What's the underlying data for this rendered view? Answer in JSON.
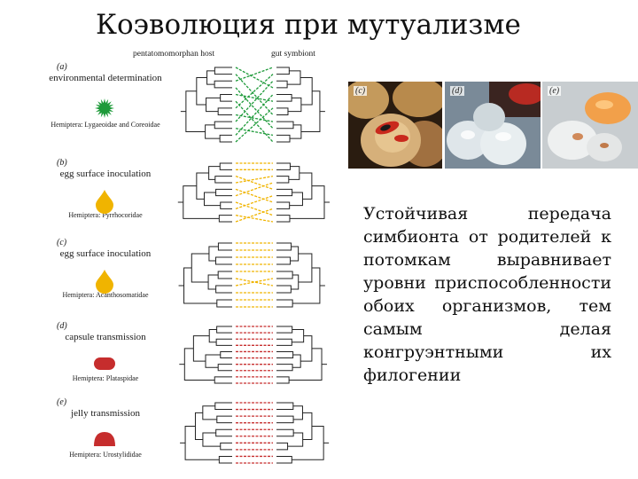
{
  "title": "Коэволюция при мутуализме",
  "column_headers": {
    "host": "pentatomomorphan host",
    "symbiont": "gut symbiont"
  },
  "panels": [
    {
      "label": "(a)",
      "mode": "environmental determination",
      "taxon": "Hemiptera: Lygaeoidae and Coreoidae",
      "color": "#1e9a3a",
      "icon": "green-star-icon"
    },
    {
      "label": "(b)",
      "mode": "egg surface inoculation",
      "taxon": "Hemiptera: Pyrrhocoridae",
      "color": "#f0b400",
      "icon": "yellow-drop-icon"
    },
    {
      "label": "(c)",
      "mode": "egg surface inoculation",
      "taxon": "Hemiptera: Acanthosomatidae",
      "color": "#f0b400",
      "icon": "yellow-drop-icon"
    },
    {
      "label": "(d)",
      "mode": "capsule transmission",
      "taxon": "Hemiptera: Plataspidae",
      "color": "#c62d2d",
      "icon": "red-capsule-icon"
    },
    {
      "label": "(e)",
      "mode": "jelly transmission",
      "taxon": "Hemiptera: Urostylididae",
      "color": "#c62d2d",
      "icon": "red-jelly-icon"
    }
  ],
  "photos": [
    {
      "label": "(c)",
      "subject": "bug-on-seed-photo"
    },
    {
      "label": "(d)",
      "subject": "egg-capsule-photo"
    },
    {
      "label": "(e)",
      "subject": "jelly-egg-photo"
    }
  ],
  "description": "Устойчивая передача симбионта от родителей к потомкам выравнивает уровни приспособленности обоих организмов, тем самым делая конгруэнтными их филогении"
}
